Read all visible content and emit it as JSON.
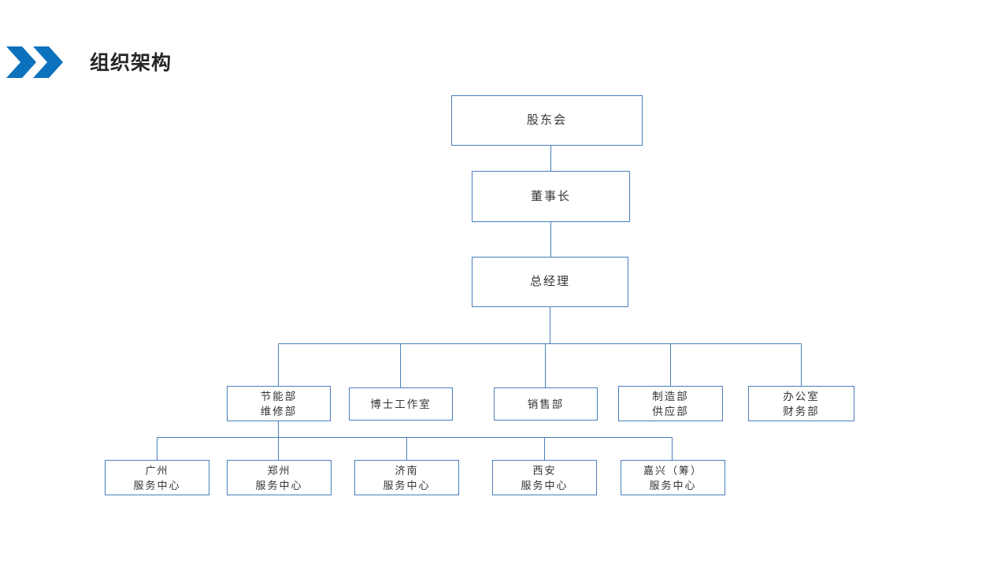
{
  "header": {
    "title": "组织架构",
    "chevron_icon": "double-chevron-right-icon",
    "accent_color": "#0c72bd",
    "title_color": "#262626"
  },
  "chart_data": {
    "type": "diagram",
    "diagram_kind": "org-chart",
    "title": "组织架构",
    "box_border_color": "#4a7ebb",
    "connector_color": "#4a7ebb",
    "box_fill_color": "#ffffff",
    "levels": [
      {
        "level": 1,
        "nodes": [
          {
            "id": "shareholders",
            "line1": "股东会",
            "line2": ""
          }
        ]
      },
      {
        "level": 2,
        "nodes": [
          {
            "id": "chairman",
            "line1": "董事长",
            "line2": ""
          }
        ]
      },
      {
        "level": 3,
        "nodes": [
          {
            "id": "gm",
            "line1": "总经理",
            "line2": ""
          }
        ]
      },
      {
        "level": 4,
        "nodes": [
          {
            "id": "dept-0",
            "line1": "节能部",
            "line2": "维修部"
          },
          {
            "id": "dept-1",
            "line1": "博士工作室",
            "line2": ""
          },
          {
            "id": "dept-2",
            "line1": "销售部",
            "line2": ""
          },
          {
            "id": "dept-3",
            "line1": "制造部",
            "line2": "供应部"
          },
          {
            "id": "dept-4",
            "line1": "办公室",
            "line2": "财务部"
          }
        ]
      },
      {
        "level": 5,
        "nodes": [
          {
            "id": "center-0",
            "line1": "广州",
            "line2": "服务中心"
          },
          {
            "id": "center-1",
            "line1": "郑州",
            "line2": "服务中心"
          },
          {
            "id": "center-2",
            "line1": "济南",
            "line2": "服务中心"
          },
          {
            "id": "center-3",
            "line1": "西安",
            "line2": "服务中心"
          },
          {
            "id": "center-4",
            "line1": "嘉兴（筹）",
            "line2": "服务中心"
          }
        ]
      }
    ],
    "edges": [
      {
        "from": "shareholders",
        "to": "chairman"
      },
      {
        "from": "chairman",
        "to": "gm"
      },
      {
        "from": "gm",
        "to": "dept-0"
      },
      {
        "from": "gm",
        "to": "dept-1"
      },
      {
        "from": "gm",
        "to": "dept-2"
      },
      {
        "from": "gm",
        "to": "dept-3"
      },
      {
        "from": "gm",
        "to": "dept-4"
      },
      {
        "from": "dept-0",
        "to": "center-0"
      },
      {
        "from": "dept-0",
        "to": "center-1"
      },
      {
        "from": "dept-0",
        "to": "center-2"
      },
      {
        "from": "dept-0",
        "to": "center-3"
      },
      {
        "from": "dept-0",
        "to": "center-4"
      }
    ]
  }
}
